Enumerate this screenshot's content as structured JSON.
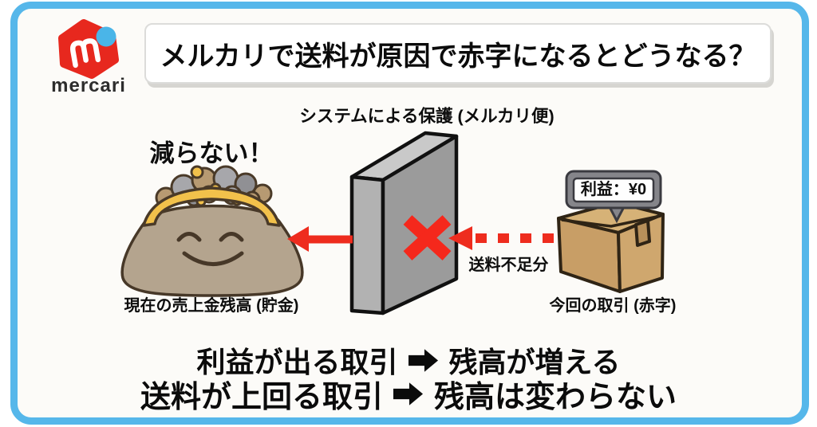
{
  "brand": {
    "wordmark": "mercari"
  },
  "header": {
    "title": "メルカリで送料が原因で赤字になるとどうなる？"
  },
  "diagram": {
    "wall_label": "システムによる保護 (メルカリ便)",
    "callout": "減らない！",
    "wallet_label": "現在の売上金残高 (貯金)",
    "tag_label": "利益：¥0",
    "box_label": "今回の取引 (赤字)",
    "shortfall_label": "送料不足分"
  },
  "summary": {
    "line1_left": "利益が出る取引",
    "line1_right": "残高が増える",
    "line2_left": "送料が上回る取引",
    "line2_right": "残高は変わらない"
  },
  "colors": {
    "frame_blue": "#56b7ea",
    "mercari_red": "#e7281e",
    "mercari_dot_blue": "#4ab5e8",
    "arrow_red": "#ee2c1e",
    "block_x_red": "#f5281c",
    "wall_gray": "#9b9b9b",
    "box_tan": "#c89e66",
    "wallet_tan": "#b4a48e",
    "clasp_gold": "#f2c14b",
    "sign_gray": "#85858a"
  }
}
